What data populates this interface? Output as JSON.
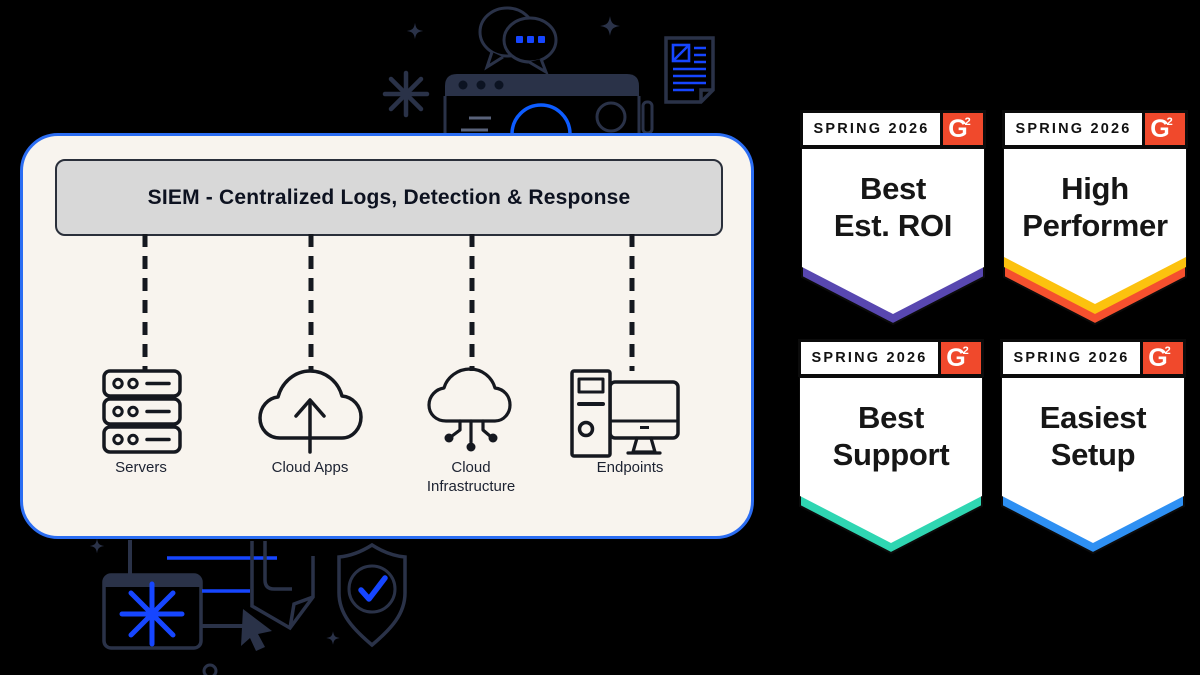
{
  "page": {
    "bg": "#000000"
  },
  "siem_card": {
    "title": "SIEM - Centralized Logs, Detection & Response",
    "bg": "#f8f4ee",
    "border": "#2b6df2",
    "header_bg": "#d8d8d8",
    "sources": [
      {
        "label": "Servers",
        "icon": "servers-icon"
      },
      {
        "label": "Cloud Apps",
        "icon": "cloud-upload-icon"
      },
      {
        "label": "Cloud Infrastructure",
        "icon": "cloud-network-icon"
      },
      {
        "label": "Endpoints",
        "icon": "desktop-tower-icon"
      }
    ],
    "connector_style": "dashed-vertical"
  },
  "badges": [
    {
      "season": "SPRING 2026",
      "line1": "Best",
      "line2": "Est. ROI",
      "stripe_inner": "#ffffff",
      "stripe_outer": "#5847b0"
    },
    {
      "season": "SPRING 2026",
      "line1": "High",
      "line2": "Performer",
      "stripe_inner": "#fcc20e",
      "stripe_outer": "#f5502e"
    },
    {
      "season": "SPRING 2026",
      "line1": "Best",
      "line2": "Support",
      "stripe_inner": "#ffffff",
      "stripe_outer": "#2fd6b2"
    },
    {
      "season": "SPRING 2026",
      "line1": "Easiest",
      "line2": "Setup",
      "stripe_inner": "#ffffff",
      "stripe_outer": "#2e90f3"
    }
  ],
  "g2_logo": {
    "letter": "G",
    "sup": "2",
    "bg": "#f0492c"
  },
  "decor": {
    "navy": "#2a3248",
    "blue": "#1646ff",
    "arc_blue": "#0d5cff",
    "ink": "#15181f",
    "icons": [
      "chat-bubbles-icon",
      "sparkle-icon",
      "asterisk-burst-icon",
      "browser-window-icon",
      "document-icon",
      "shield-check-icon",
      "app-window-asterisk-icon",
      "cursor-arrow-icon",
      "folded-page-icon"
    ]
  }
}
